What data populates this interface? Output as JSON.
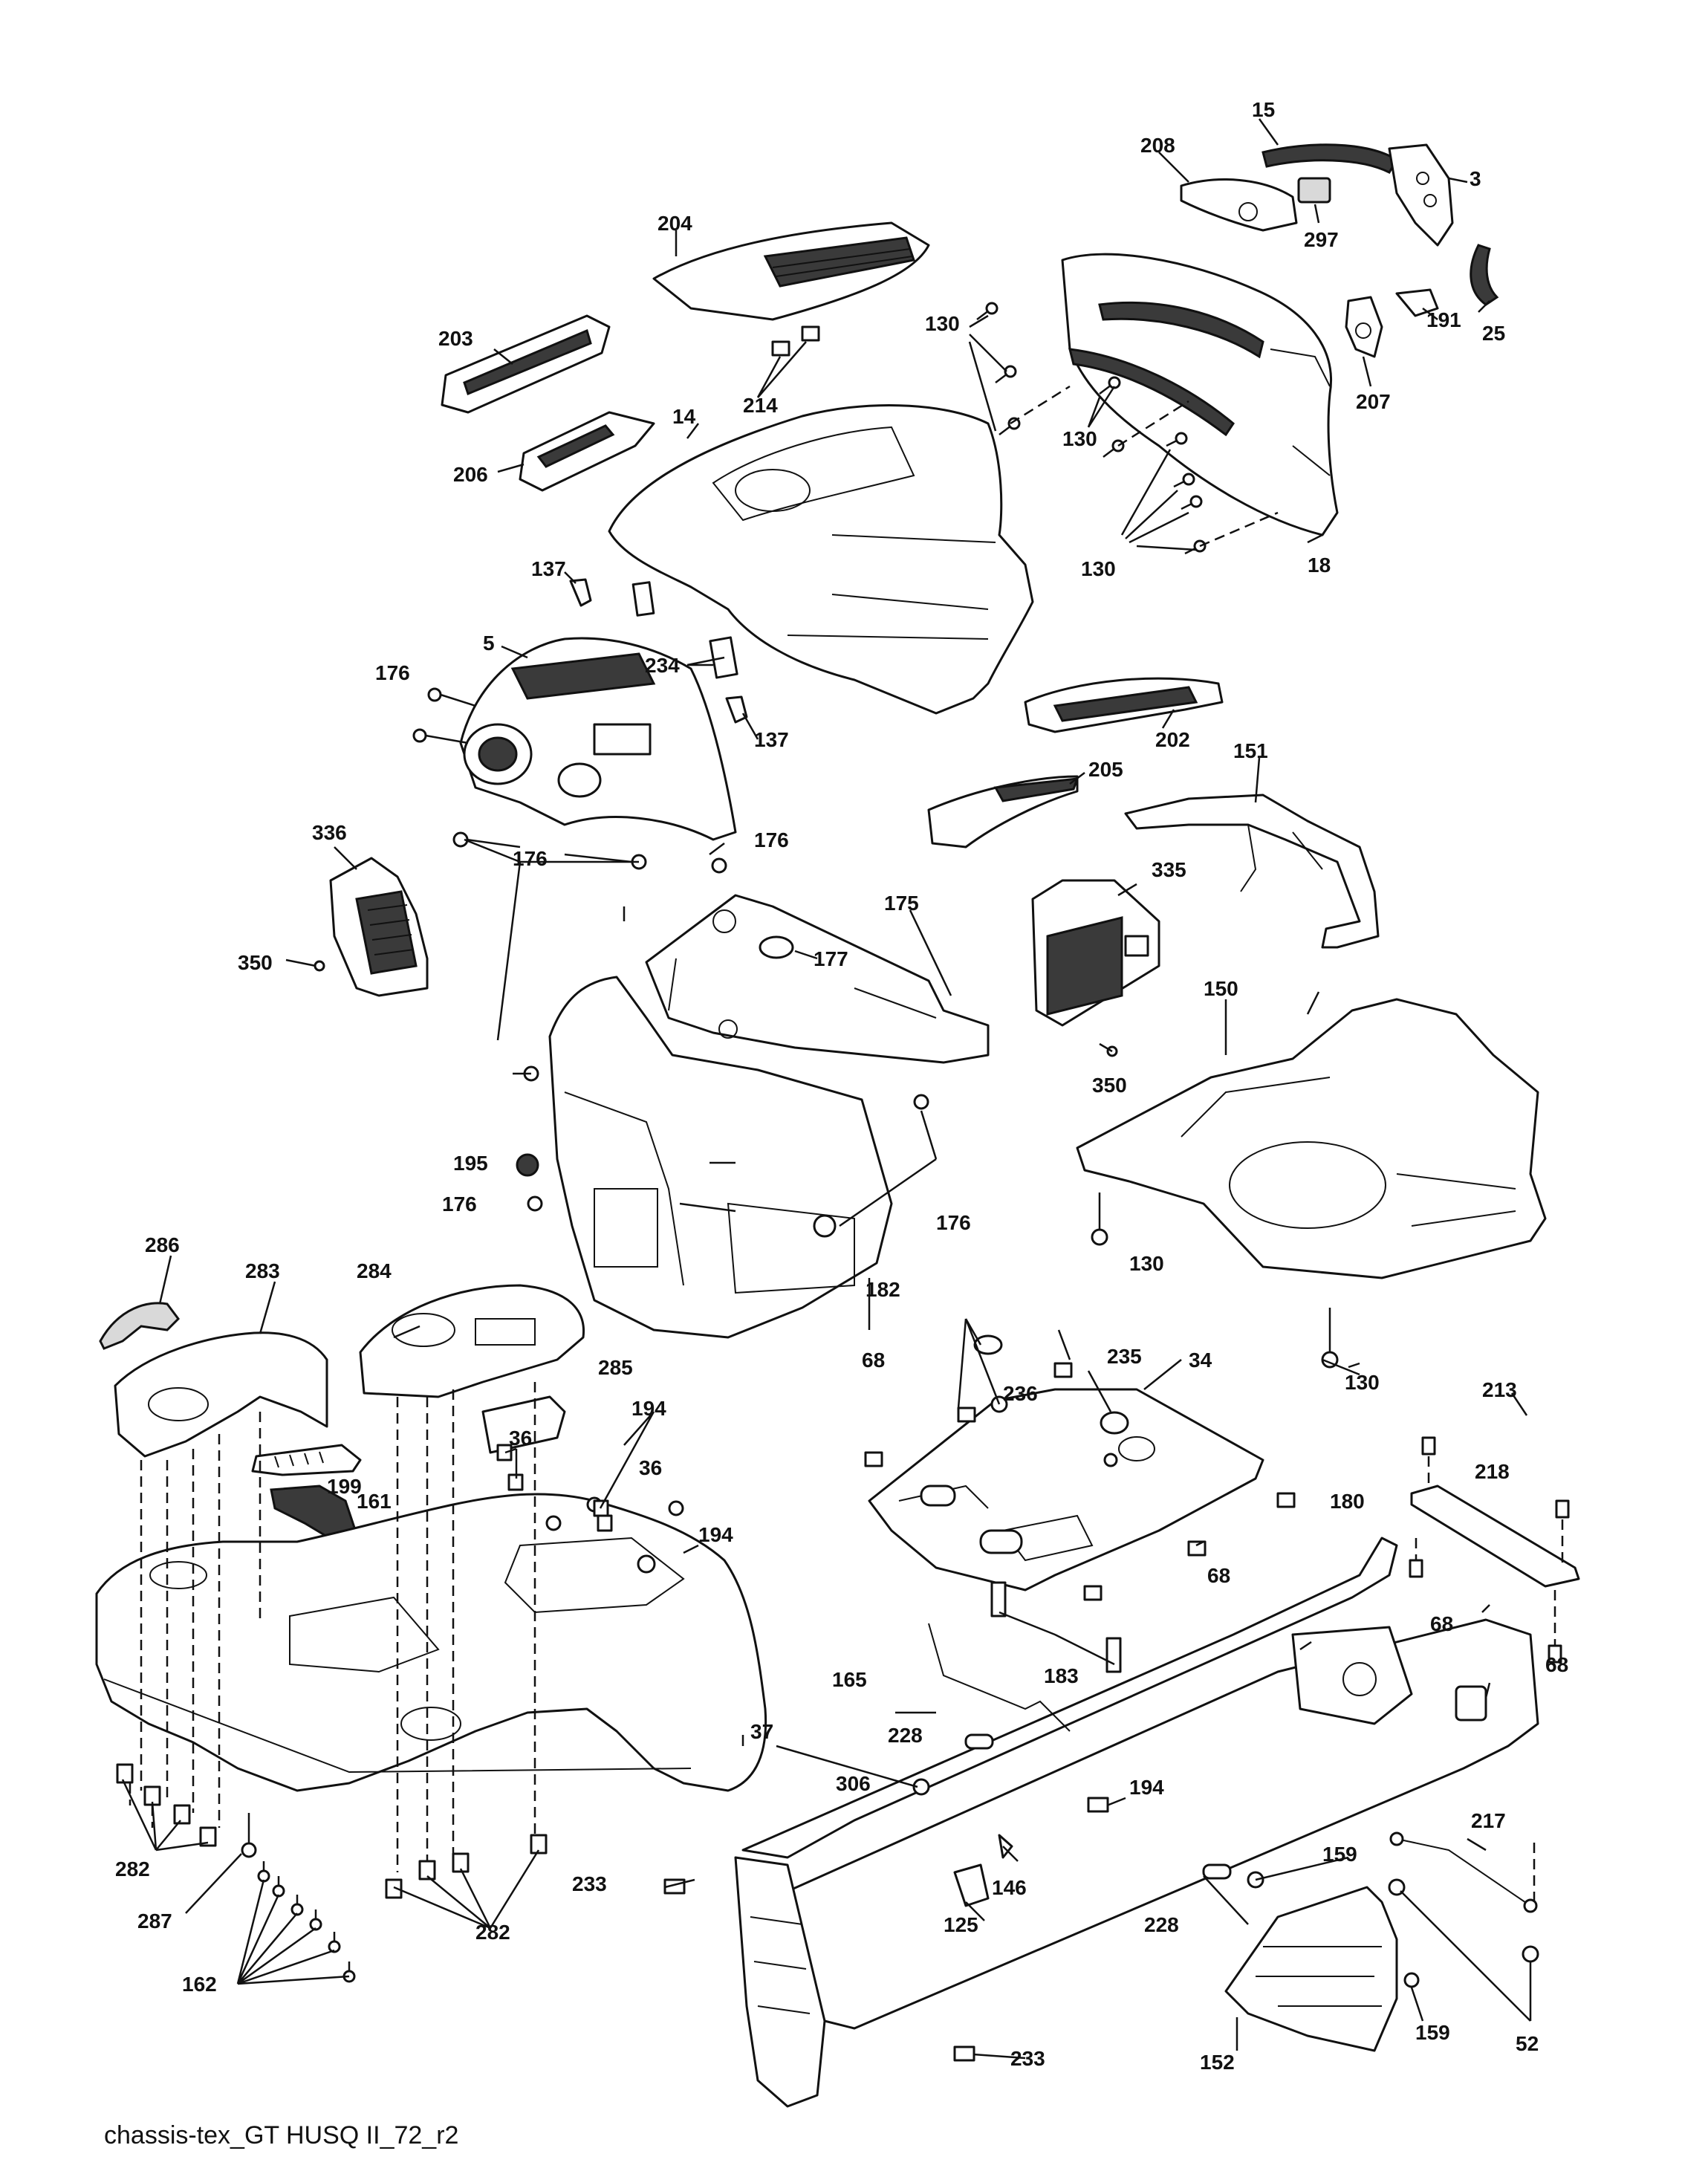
{
  "caption": "chassis-tex_GT HUSQ II_72_r2",
  "callouts": {
    "c15": "15",
    "c208": "208",
    "c3": "3",
    "c297": "297",
    "c204": "204",
    "c25": "25",
    "c191": "191",
    "c207": "207",
    "c203": "203",
    "c214": "214",
    "c130a": "130",
    "c14": "14",
    "c130b": "130",
    "c206": "206",
    "c130c": "130",
    "c18": "18",
    "c137a": "137",
    "c5": "5",
    "c234": "234",
    "c176a": "176",
    "c137b": "137",
    "c202": "202",
    "c205": "205",
    "c151": "151",
    "c336": "336",
    "c176b": "176",
    "c176c": "176",
    "c175": "175",
    "c177": "177",
    "c335": "335",
    "c350a": "350",
    "c150": "150",
    "c350b": "350",
    "c195": "195",
    "c176d": "176",
    "c176e": "176",
    "c130d": "130",
    "c286": "286",
    "c283": "283",
    "c284": "284",
    "c182": "182",
    "c285": "285",
    "c68a": "68",
    "c235": "235",
    "c34": "34",
    "c130e": "130",
    "c236": "236",
    "c36a": "36",
    "c194a": "194",
    "c213": "213",
    "c199": "199",
    "c36b": "36",
    "c218": "218",
    "c161": "161",
    "c180": "180",
    "c194b": "194",
    "c68b": "68",
    "c68c": "68",
    "c183": "183",
    "c68d": "68",
    "c165": "165",
    "c37": "37",
    "c228a": "228",
    "c306": "306",
    "c194c": "194",
    "c217": "217",
    "c282a": "282",
    "c287": "287",
    "c233a": "233",
    "c146": "146",
    "c159a": "159",
    "c125": "125",
    "c228b": "228",
    "c282b": "282",
    "c162": "162",
    "c159b": "159",
    "c52": "52",
    "c152": "152",
    "c233b": "233"
  }
}
